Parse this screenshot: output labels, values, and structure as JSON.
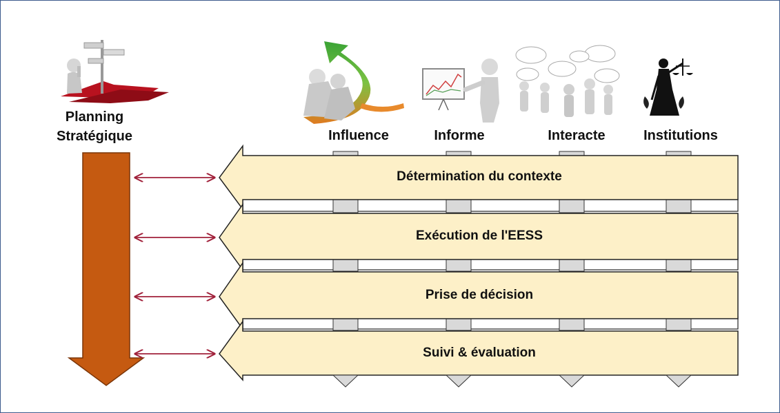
{
  "planning": {
    "line1": "Planning",
    "line2": "Stratégique"
  },
  "columns": [
    {
      "label": "Influence",
      "icon": "push-growth-arrow-icon"
    },
    {
      "label": "Informe",
      "icon": "presentation-board-icon"
    },
    {
      "label": "Interacte",
      "icon": "discussion-group-icon"
    },
    {
      "label": "Institutions",
      "icon": "lady-justice-icon"
    }
  ],
  "stages": [
    {
      "label": "Détermination du contexte"
    },
    {
      "label": "Exécution de l'EESS"
    },
    {
      "label": "Prise de décision"
    },
    {
      "label": "Suivi & évaluation"
    }
  ],
  "colors": {
    "bar_fill": "#fdf0c8",
    "bar_stroke": "#222222",
    "connector_fill": "#d9d9d9",
    "down_arrow": "#c55a11",
    "link_arrow": "#a0203a",
    "frame": "#3c5a8c"
  }
}
